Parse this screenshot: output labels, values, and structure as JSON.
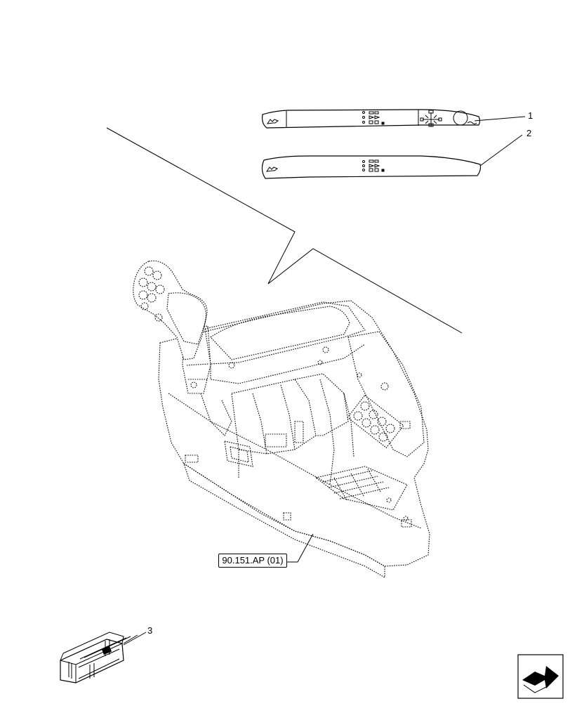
{
  "callouts": [
    "1",
    "2",
    "3"
  ],
  "reference_label": "90.151.AP (01)",
  "nav_icon": "next-page-arrow-icon"
}
